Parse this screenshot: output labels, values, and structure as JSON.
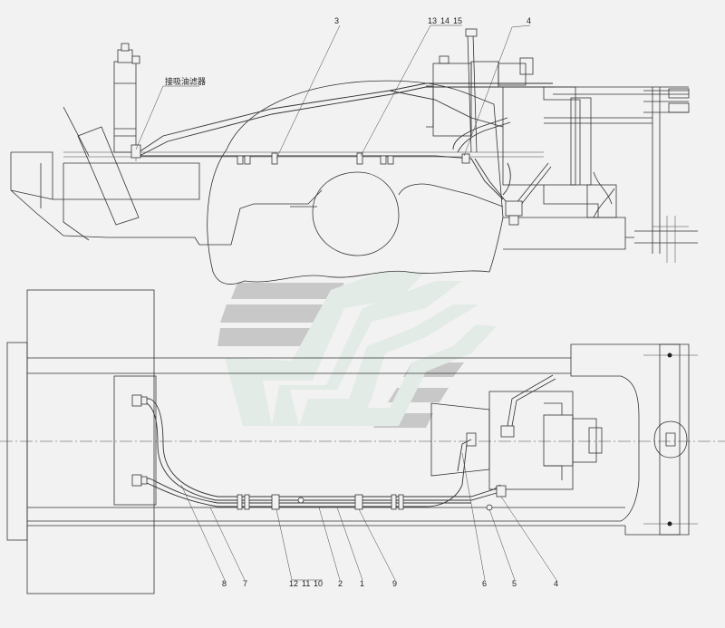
{
  "callouts_top": [
    {
      "id": "t3",
      "text": "3"
    },
    {
      "id": "t13",
      "text": "13"
    },
    {
      "id": "t14",
      "text": "14"
    },
    {
      "id": "t15",
      "text": "15"
    },
    {
      "id": "t4",
      "text": "4"
    }
  ],
  "tank_annotation": "接吸油滤器",
  "callouts_bottom": [
    {
      "id": "b8",
      "text": "8"
    },
    {
      "id": "b7",
      "text": "7"
    },
    {
      "id": "b12",
      "text": "12"
    },
    {
      "id": "b11",
      "text": "11"
    },
    {
      "id": "b10",
      "text": "10"
    },
    {
      "id": "b2",
      "text": "2"
    },
    {
      "id": "b1",
      "text": "1"
    },
    {
      "id": "b9",
      "text": "9"
    },
    {
      "id": "b6",
      "text": "6"
    },
    {
      "id": "b5",
      "text": "5"
    },
    {
      "id": "b4",
      "text": "4"
    }
  ],
  "colors": {
    "line": "#333333",
    "background": "#f2f2f2",
    "watermark_gray": "#c8c8c8",
    "watermark_mint": "#e3ebe6"
  }
}
